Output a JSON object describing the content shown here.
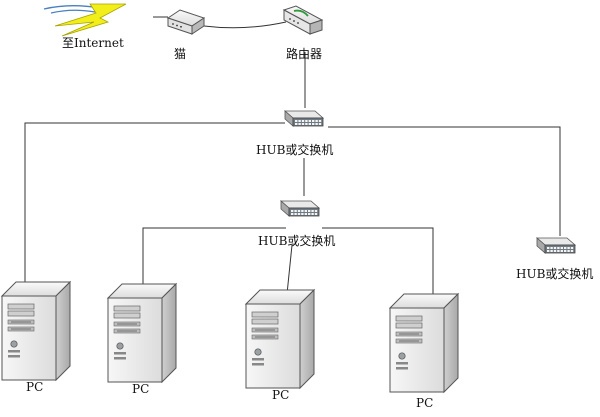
{
  "labels": {
    "internet": "至Internet",
    "modem": "猫",
    "router": "路由器",
    "hub_main": "HUB或交换机",
    "hub_sub": "HUB或交换机",
    "hub_right": "HUB或交换机",
    "pc_1": "PC",
    "pc_2": "PC",
    "pc_3": "PC",
    "pc_4": "PC"
  },
  "colors": {
    "line": "#333333",
    "lightning": "#f2ee1a",
    "lightning_edge": "#a8a400",
    "wave": "#4a7fc0",
    "device_body": "#e6e6e6",
    "device_top": "#f4f4f4",
    "device_side": "#bdbdbd",
    "hub_front": "#6f7a82",
    "hub_port": "#f5f5f5"
  },
  "icons": {
    "internet": "lightning-icon",
    "modem": "modem-icon",
    "router": "router-icon",
    "hub": "switch-hub-icon",
    "pc": "pc-tower-icon"
  }
}
